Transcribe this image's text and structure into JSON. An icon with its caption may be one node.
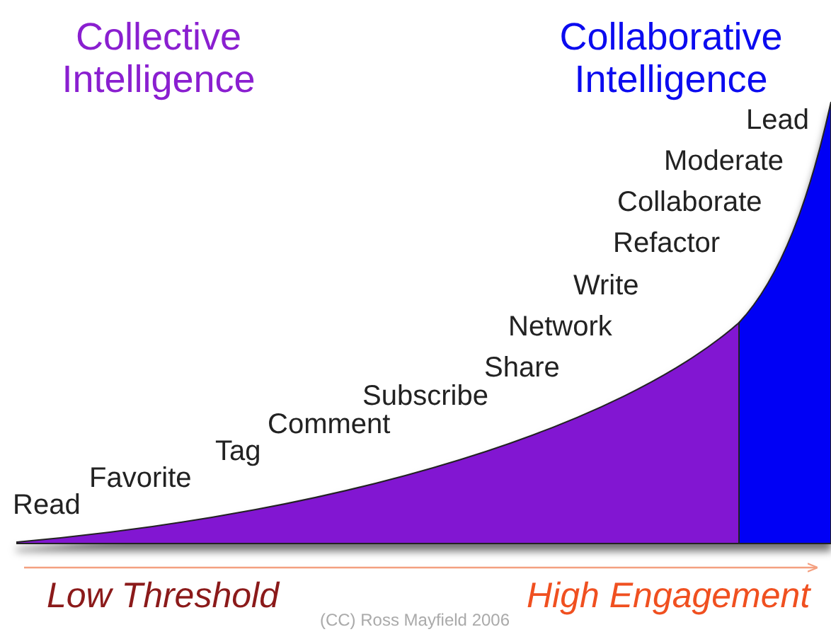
{
  "diagram": {
    "labels": [
      "Collective Intelligence",
      "Collaborative Intelligence",
      "Lead",
      "Moderate",
      "Collaborate",
      "Refactor",
      "Write",
      "Network",
      "Share",
      "Subscribe",
      "Comment",
      "Tag",
      "Favorite",
      "Read",
      "Low Threshold",
      "High Engagement",
      "(CC) Ross Mayfield 2006"
    ]
  }
}
